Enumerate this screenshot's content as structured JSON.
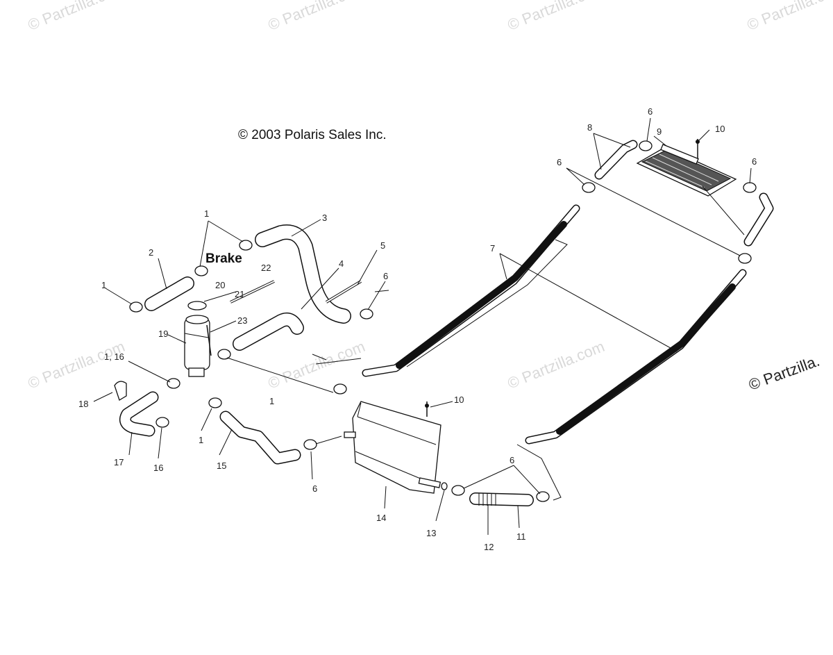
{
  "copyright": "© 2003 Polaris Sales Inc.",
  "brake_label": "Brake",
  "watermark": "© Partzilla.com",
  "watermark_edge": "© Partzilla.",
  "callouts": {
    "c1a": "1",
    "c1b": "1",
    "c1c": "1",
    "c1d": "1",
    "c1_16": "1, 16",
    "c2": "2",
    "c3": "3",
    "c4": "4",
    "c5": "5",
    "c6a": "6",
    "c6b": "6",
    "c6c": "6",
    "c6d": "6",
    "c6e": "6",
    "c6f": "6",
    "c7": "7",
    "c8": "8",
    "c9": "9",
    "c10a": "10",
    "c10b": "10",
    "c11": "11",
    "c12": "12",
    "c13": "13",
    "c14": "14",
    "c15": "15",
    "c16": "16",
    "c17": "17",
    "c18": "18",
    "c19": "19",
    "c20": "20",
    "c21": "21",
    "c22": "22",
    "c23": "23"
  }
}
